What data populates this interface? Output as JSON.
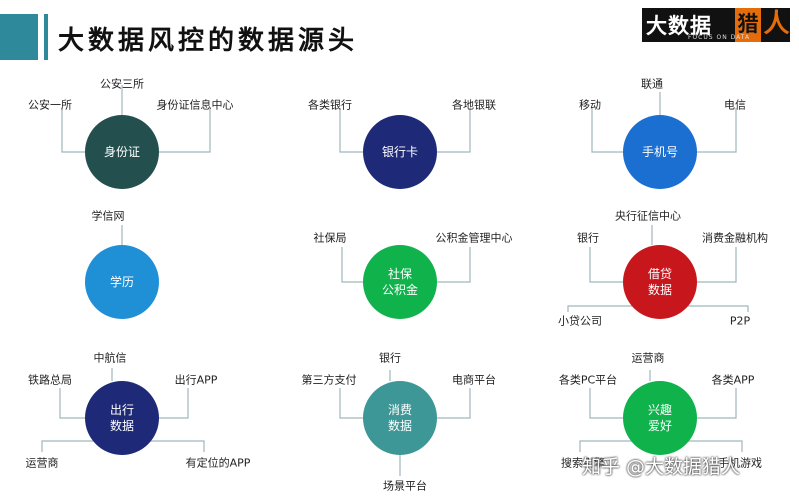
{
  "title": "大数据风控的数据源头",
  "logo": {
    "main": "大数据",
    "accent": "猎",
    "person": "人",
    "sub": "FOCUS ON DATA"
  },
  "watermark": "知乎 @大数据猎人",
  "colors": {
    "header": "#2e8a9a",
    "dark_teal": "#234f4f",
    "navy": "#1e2a78",
    "blue": "#1a6fd0",
    "sky": "#1f8fd6",
    "green": "#10b24c",
    "red": "#c8161d",
    "teal": "#3e9797",
    "connector": "#9fb6bc"
  },
  "nodes": [
    {
      "id": "id",
      "lines": [
        "身份证"
      ],
      "color": "#234f4f",
      "leaves": [
        "公安一所",
        "公安三所",
        "身份证信息中心"
      ]
    },
    {
      "id": "bank",
      "lines": [
        "银行卡"
      ],
      "color": "#1e2a78",
      "leaves": [
        "各类银行",
        "各地银联"
      ]
    },
    {
      "id": "phone",
      "lines": [
        "手机号"
      ],
      "color": "#1a6fd0",
      "leaves": [
        "移动",
        "联通",
        "电信"
      ]
    },
    {
      "id": "edu",
      "lines": [
        "学历"
      ],
      "color": "#1f8fd6",
      "leaves": [
        "学信网"
      ]
    },
    {
      "id": "social",
      "lines": [
        "社保",
        "公积金"
      ],
      "color": "#10b24c",
      "leaves": [
        "社保局",
        "公积金管理中心"
      ]
    },
    {
      "id": "loan",
      "lines": [
        "借贷",
        "数据"
      ],
      "color": "#c8161d",
      "leaves": [
        "银行",
        "央行征信中心",
        "消费金融机构",
        "小贷公司",
        "P2P"
      ]
    },
    {
      "id": "travel",
      "lines": [
        "出行",
        "数据"
      ],
      "color": "#1e2a78",
      "leaves": [
        "铁路总局",
        "中航信",
        "出行APP",
        "运营商",
        "有定位的APP"
      ]
    },
    {
      "id": "consume",
      "lines": [
        "消费",
        "数据"
      ],
      "color": "#3e9797",
      "leaves": [
        "第三方支付",
        "银行",
        "电商平台",
        "场景平台"
      ]
    },
    {
      "id": "interest",
      "lines": [
        "兴趣",
        "爱好"
      ],
      "color": "#10b24c",
      "leaves": [
        "各类PC平台",
        "运营商",
        "各类APP",
        "搜索引擎",
        "手机游戏"
      ]
    }
  ]
}
